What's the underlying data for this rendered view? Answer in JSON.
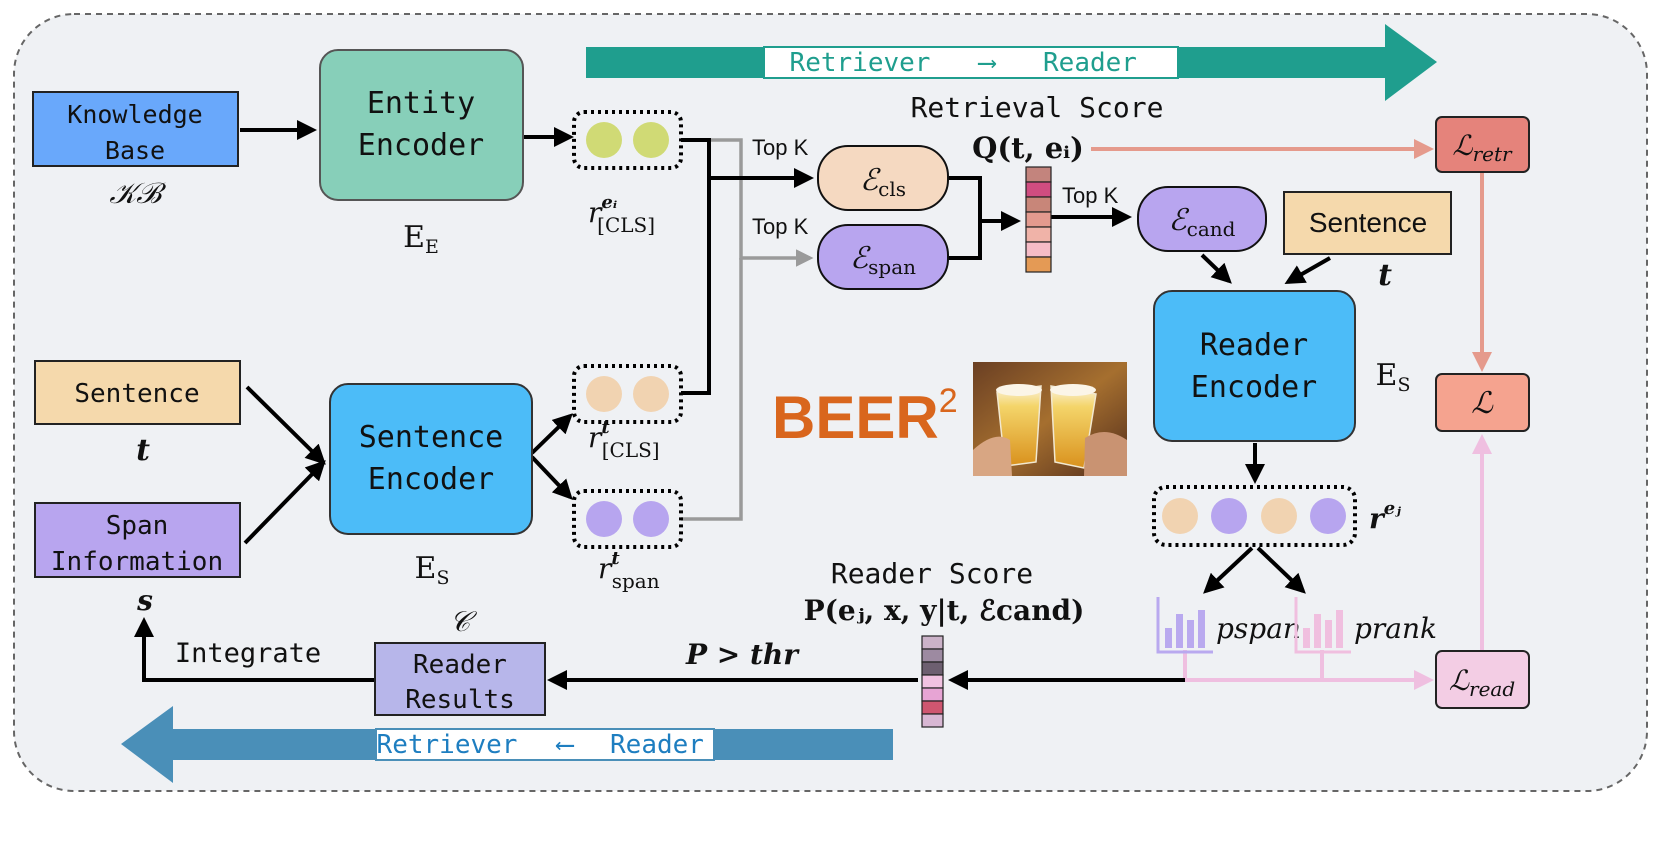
{
  "colors": {
    "panel_bg": "#eff1f4",
    "kb_blue": "#69a8fb",
    "encoder_teal": "#87cfb9",
    "encoder_blue": "#4cbcf8",
    "sentence_tan": "#f5d9ac",
    "span_purple": "#b8a5ef",
    "retriever_reader_teal": "#1f9e8e",
    "reader_retriever_blue": "#4a8fb8",
    "loss_retr": "#e5837b",
    "loss_total": "#f5a38f",
    "loss_read": "#f3cde4",
    "beer_orange": "#d9661d"
  },
  "top_banner": {
    "left": "Retriever",
    "right": "Reader",
    "arrow": "⟶"
  },
  "bottom_banner": {
    "left": "Retriever",
    "right": "Reader",
    "arrow": "⟵"
  },
  "nodes": {
    "knowledge_base": {
      "line1": "Knowledge",
      "line2": "Base",
      "symbol": "𝒦ℬ"
    },
    "entity_encoder": {
      "line1": "Entity",
      "line2": "Encoder",
      "sub": "E",
      "sub_index": "E"
    },
    "sentence_left": {
      "label": "Sentence",
      "symbol": "t"
    },
    "span_info": {
      "line1": "Span",
      "line2": "Information",
      "symbol": "s"
    },
    "sentence_encoder": {
      "line1": "Sentence",
      "line2": "Encoder",
      "sub": "E",
      "sub_index": "S"
    },
    "e_cls": {
      "main": "ℰ",
      "sub": "cls"
    },
    "e_span": {
      "main": "ℰ",
      "sub": "span"
    },
    "e_cand": {
      "main": "ℰ",
      "sub": "cand"
    },
    "sentence_right": {
      "label": "Sentence",
      "symbol": "t"
    },
    "reader_encoder": {
      "line1": "Reader",
      "line2": "Encoder",
      "sub": "E",
      "sub_index": "S"
    },
    "reader_results": {
      "line1": "Reader",
      "line2": "Results",
      "symbol": "𝒞"
    },
    "loss_retr": {
      "main": "ℒ",
      "sub": "retr"
    },
    "loss_total": {
      "main": "ℒ"
    },
    "loss_read": {
      "main": "ℒ",
      "sub": "read"
    }
  },
  "labels": {
    "r_cls_e": {
      "base": "r",
      "sup": "eᵢ",
      "sub": "[CLS]"
    },
    "r_cls_t": {
      "base": "r",
      "sup": "t",
      "sub": "[CLS]"
    },
    "r_span_t": {
      "base": "r",
      "sup": "t",
      "sub": "span"
    },
    "r_e_j": {
      "base": "r",
      "sup": "eⱼ"
    },
    "top_k_1": "Top K",
    "top_k_2": "Top K",
    "top_k_3": "Top K",
    "retrieval_score_title": "Retrieval Score",
    "retrieval_score_formula": "Q(t, eᵢ)",
    "reader_score_title": "Reader Score",
    "reader_score_formula": "P(eⱼ, x, y|t, ℰcand)",
    "threshold": "P > thr",
    "integrate": "Integrate",
    "p_span": "pspan",
    "p_rank": "prank",
    "beer_text": "BEER",
    "beer_sup": "2"
  },
  "score_bars": {
    "retrieval": [
      "#c3847d",
      "#d04d80",
      "#c88679",
      "#e39a8e",
      "#f0b3a8",
      "#f6bcc6",
      "#e49a55"
    ],
    "reader": [
      "#cbb2c8",
      "#9d8aa1",
      "#6d5f70",
      "#f1c2e1",
      "#e7a4d4",
      "#cf5670",
      "#d8b7d3"
    ]
  },
  "token_dots": {
    "entity": [
      "#d0da75",
      "#d0da75"
    ],
    "sentence_cls": [
      "#f1d3b1",
      "#f1d3b1"
    ],
    "sentence_span": [
      "#b7a5ef",
      "#b7a5ef"
    ],
    "reader": [
      "#f1d3b1",
      "#b7a5ef",
      "#f1d3b1",
      "#b7a5ef"
    ]
  }
}
